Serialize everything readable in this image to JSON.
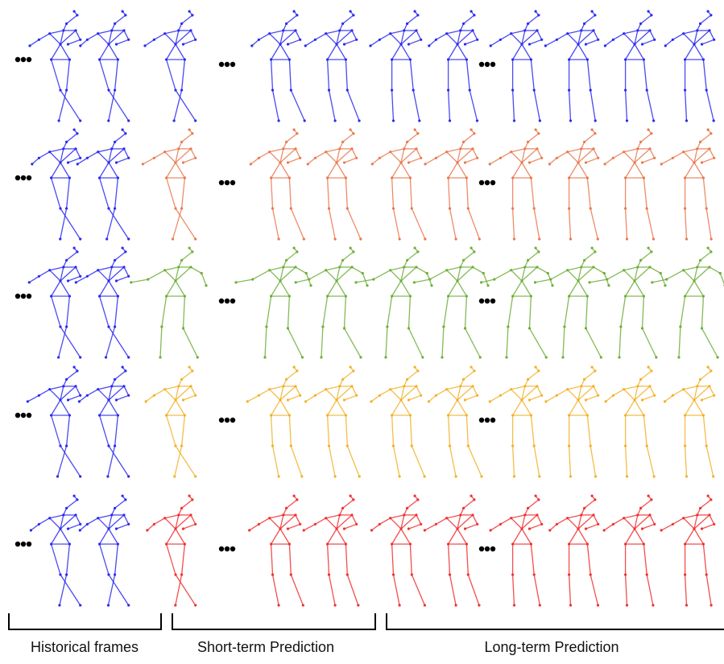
{
  "captions": {
    "historical": "Historical frames",
    "short_term": "Short-term Prediction",
    "long_term": "Long-term Prediction"
  },
  "colors": {
    "historical": "#2a2af0",
    "rows": [
      "#2a2af0",
      "#e8794f",
      "#6fae3a",
      "#f2b12a",
      "#f03030"
    ],
    "ellipsis": "#000000",
    "bracket": "#000000"
  },
  "layout_description": {
    "rows": 5,
    "frames_per_row": {
      "historical": 2,
      "short_term": 3,
      "long_term": 6
    },
    "ellipsis_icon": "three-dots-icon"
  }
}
